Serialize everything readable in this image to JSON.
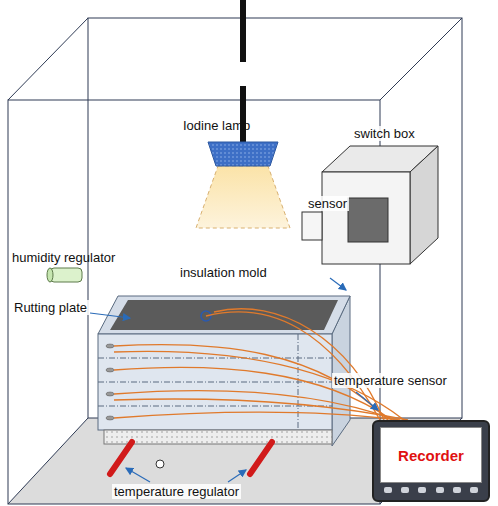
{
  "diagram": {
    "nodes": [
      {
        "text": [
          "Recorder"
        ]
      }
    ],
    "labels": [
      "Iodine lamp",
      "switch box",
      "sensor",
      "humidity regulator",
      "insulation mold",
      "Rutting plate",
      "temperature sensor",
      "temperature regulator"
    ]
  }
}
